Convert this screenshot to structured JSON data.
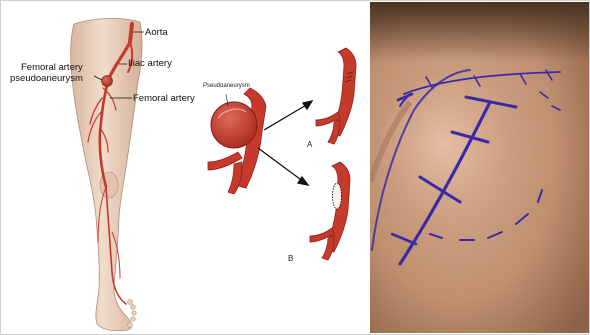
{
  "figure": {
    "left_panel": {
      "labels": {
        "aorta": "Aorta",
        "iliac": "Iliac artery",
        "pseudoaneurysm_line1": "Femoral artery",
        "pseudoaneurysm_line2": "pseudoaneurysm",
        "femoral": "Femoral artery"
      },
      "inset": {
        "pseudoaneurysm": "Pseudoaneurysm",
        "option_a": "A",
        "option_b": "B"
      }
    },
    "colors": {
      "skin": "#edd3bf",
      "artery": "#c63a2c",
      "artery_dark": "#8f2218",
      "marker": "#3b2aa8",
      "photo_skin": "#c29474"
    }
  }
}
